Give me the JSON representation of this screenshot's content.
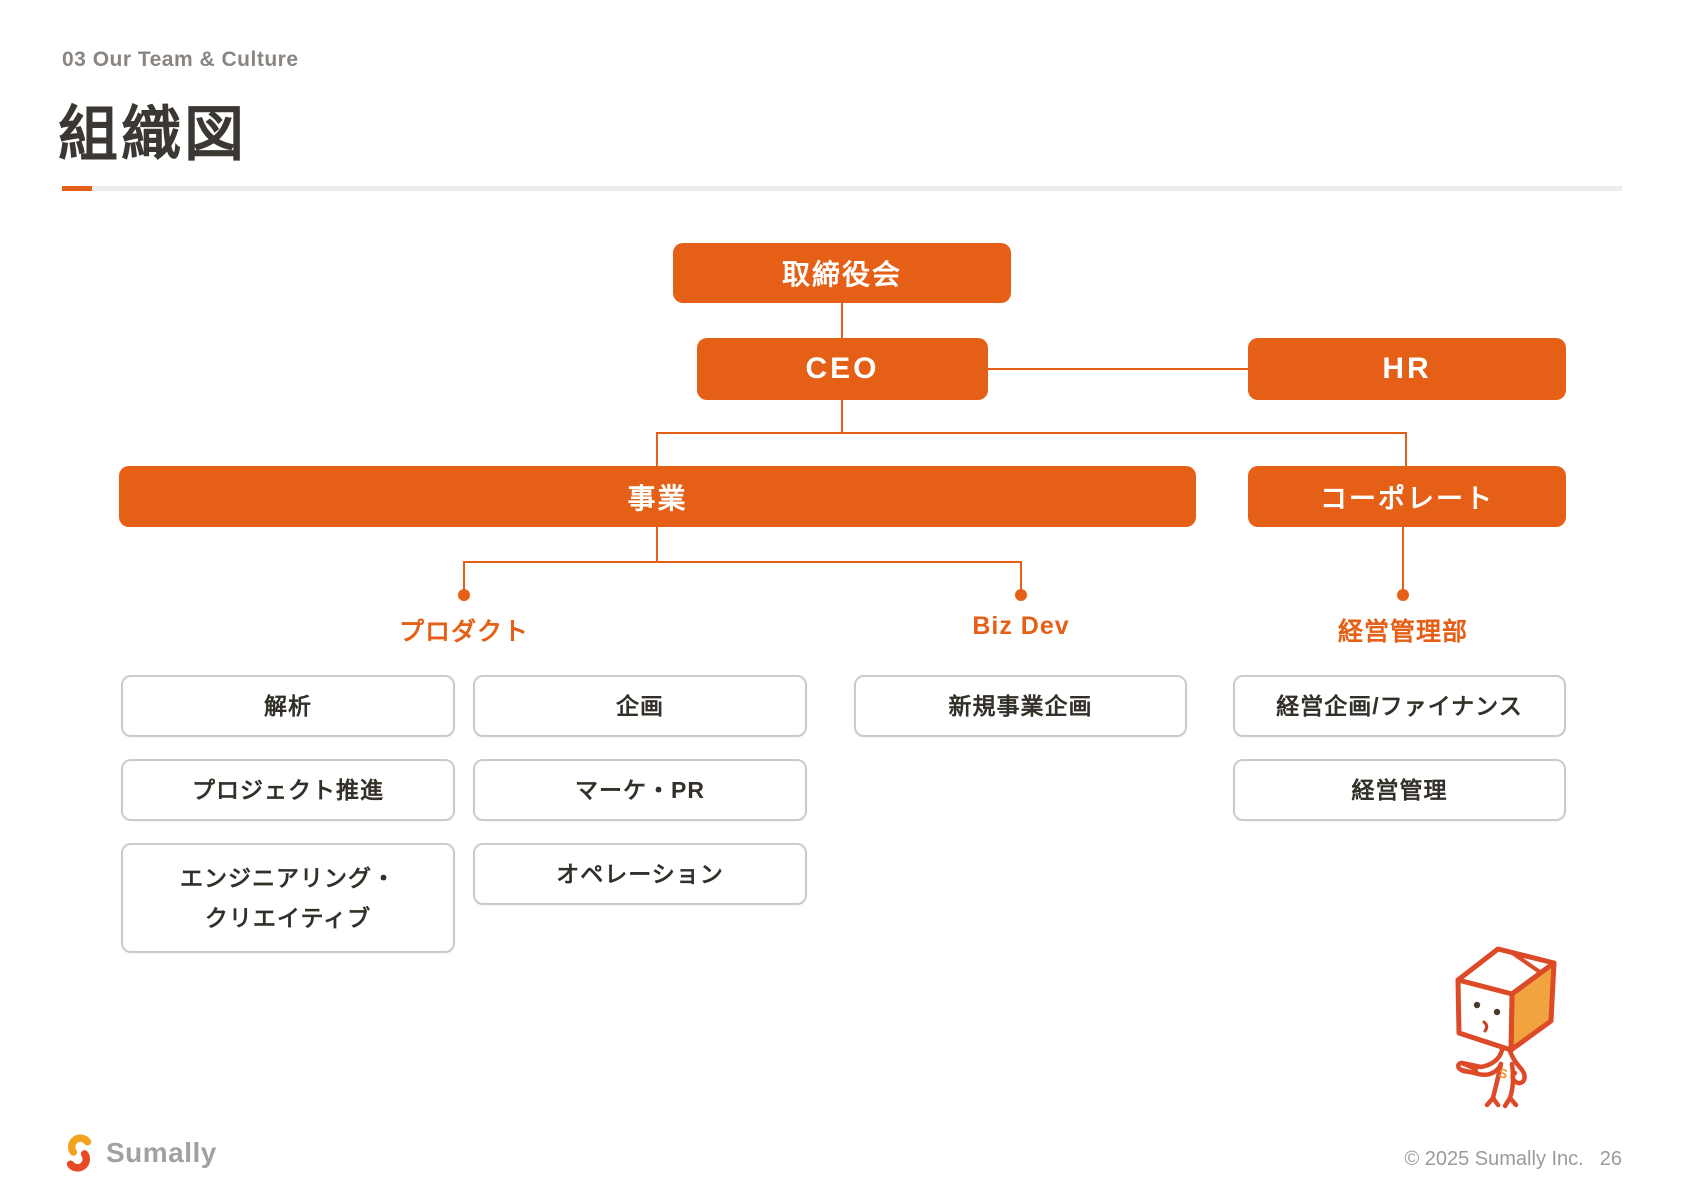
{
  "header": {
    "eyebrow": "03 Our Team & Culture",
    "title": "組織図"
  },
  "org_chart": {
    "nodes": {
      "board": "取締役会",
      "ceo": "CEO",
      "hr": "HR",
      "business": "事業",
      "corporate": "コーポレート"
    },
    "branches": {
      "product": "プロダクト",
      "bizdev": "Biz Dev",
      "admin": "経営管理部"
    },
    "teams": {
      "analytics": "解析",
      "planning": "企画",
      "new_business": "新規事業企画",
      "corp_planning_finance": "経営企画/ファイナンス",
      "project_management": "プロジェクト推進",
      "marketing_pr": "マーケ・PR",
      "corp_management": "経営管理",
      "engineering_creative_line1": "エンジニアリング・",
      "engineering_creative_line2": "クリエイティブ",
      "operation": "オペレーション"
    }
  },
  "footer": {
    "brand": "Sumally",
    "copyright": "© 2025 Sumally Inc.",
    "page_number": "26"
  },
  "colors": {
    "accent_orange": "#E55F17",
    "title_ink": "#3B3733",
    "eyebrow_gray": "#8A8581",
    "box_border_gray": "#CBCBCB",
    "box_text_ink": "#333029",
    "footer_gray": "#9B9B9B",
    "mascot_outline": "#DC4A28",
    "mascot_face_fill": "#F0A33E",
    "logo_top": "#F2A41E",
    "logo_bottom": "#E84B24"
  }
}
